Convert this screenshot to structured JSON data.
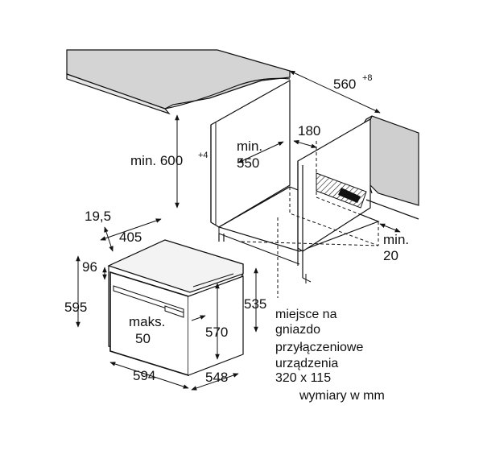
{
  "dimensions": {
    "cabinet_width": {
      "value": "560",
      "tolerance": "+8"
    },
    "cabinet_height_min": {
      "prefix": "min. 600",
      "tolerance": "+4"
    },
    "inner_depth_min": {
      "line1": "min.",
      "line2": "550"
    },
    "socket_depth": "180",
    "rear_gap_min": {
      "line1": "min.",
      "line2": "20"
    },
    "oven_side": "19,5",
    "panel_depth": "405",
    "panel_to_top": "96",
    "oven_height": "595",
    "inner_height": "535",
    "oven_body_height": "570",
    "handle_gap": {
      "line1": "maks.",
      "line2": "50"
    },
    "oven_width": "594",
    "oven_depth": "548"
  },
  "socket_note": {
    "line1": "miejsce na",
    "line2": "gniazdo",
    "line3": "przyłączeniowe",
    "line4": "urządzenia",
    "line5": "320 x 115"
  },
  "units_note": "wymiary w mm"
}
